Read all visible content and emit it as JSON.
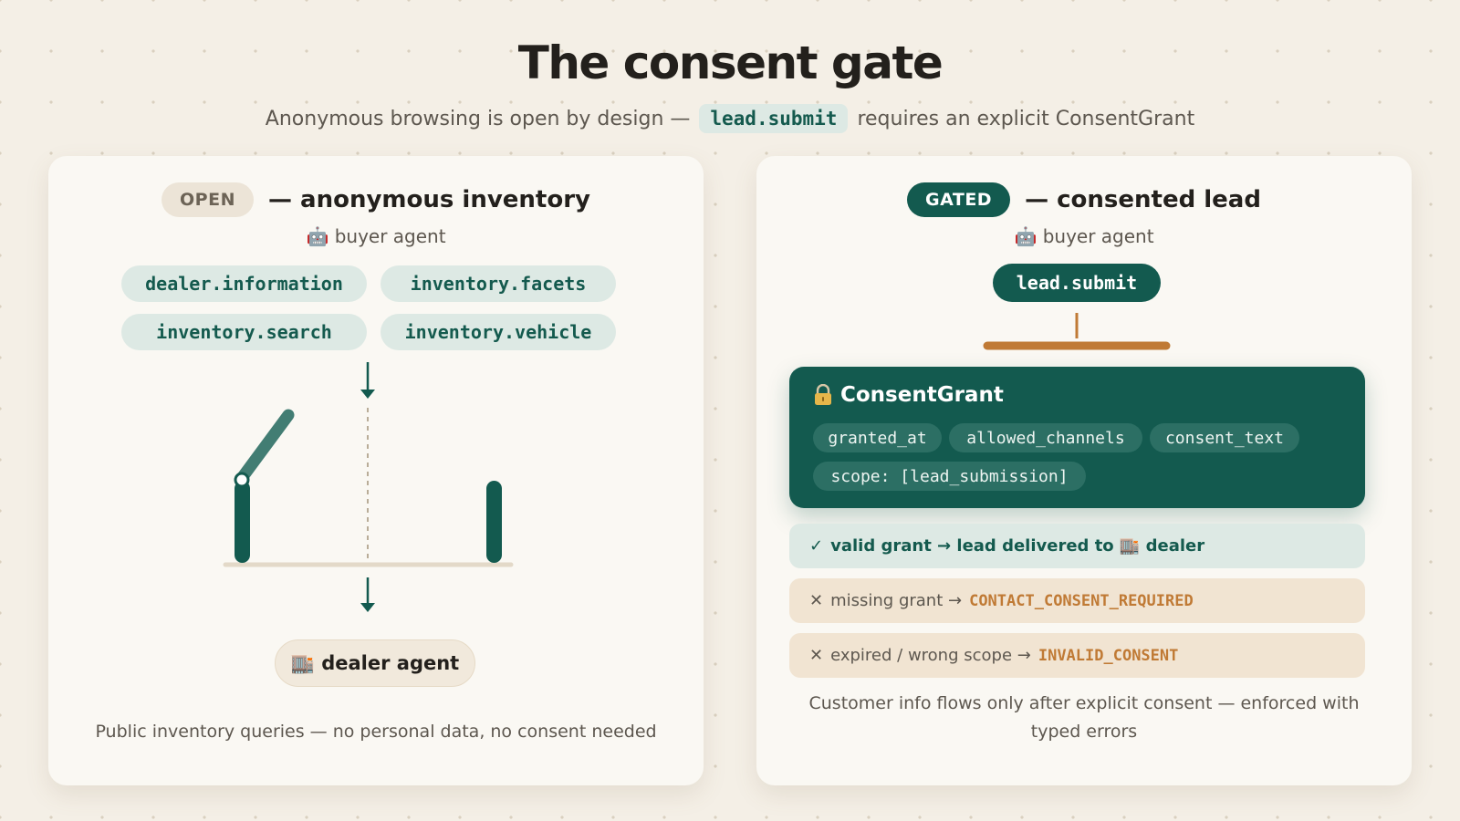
{
  "header": {
    "title": "The consent gate",
    "subtitle_before": "Anonymous browsing is open by design —",
    "subtitle_code": "lead.submit",
    "subtitle_after": "requires an explicit ConsentGrant"
  },
  "left_panel": {
    "badge": "OPEN",
    "heading": "— anonymous inventory",
    "agent": "🤖 buyer agent",
    "tools": [
      "dealer.information",
      "inventory.facets",
      "inventory.search",
      "inventory.vehicle"
    ],
    "destination": "🏬 dealer agent",
    "footer": "Public inventory queries — no personal data, no consent needed"
  },
  "right_panel": {
    "badge": "GATED",
    "heading": "— consented lead",
    "agent": "🤖 buyer agent",
    "tool": "lead.submit",
    "grant": {
      "icon": "lock-icon",
      "title": "ConsentGrant",
      "fields": [
        "granted_at",
        "allowed_channels",
        "consent_text",
        "scope: [lead_submission]"
      ]
    },
    "outcomes": [
      {
        "mark": "✓",
        "text": "valid grant → lead delivered to 🏬 dealer",
        "code": ""
      },
      {
        "mark": "✕",
        "text": "missing grant →",
        "code": "CONTACT_CONSENT_REQUIRED"
      },
      {
        "mark": "✕",
        "text": "expired / wrong scope →",
        "code": "INVALID_CONSENT"
      }
    ],
    "footer": "Customer info flows only after explicit consent — enforced with typed errors"
  },
  "colors": {
    "background": "#f4efe6",
    "panel": "#faf8f3",
    "teal_dark": "#135a4f",
    "teal_light": "#dde9e4",
    "amber": "#c07a35",
    "open_badge": "#ece4d7",
    "error_row": "#f1e4d2"
  }
}
